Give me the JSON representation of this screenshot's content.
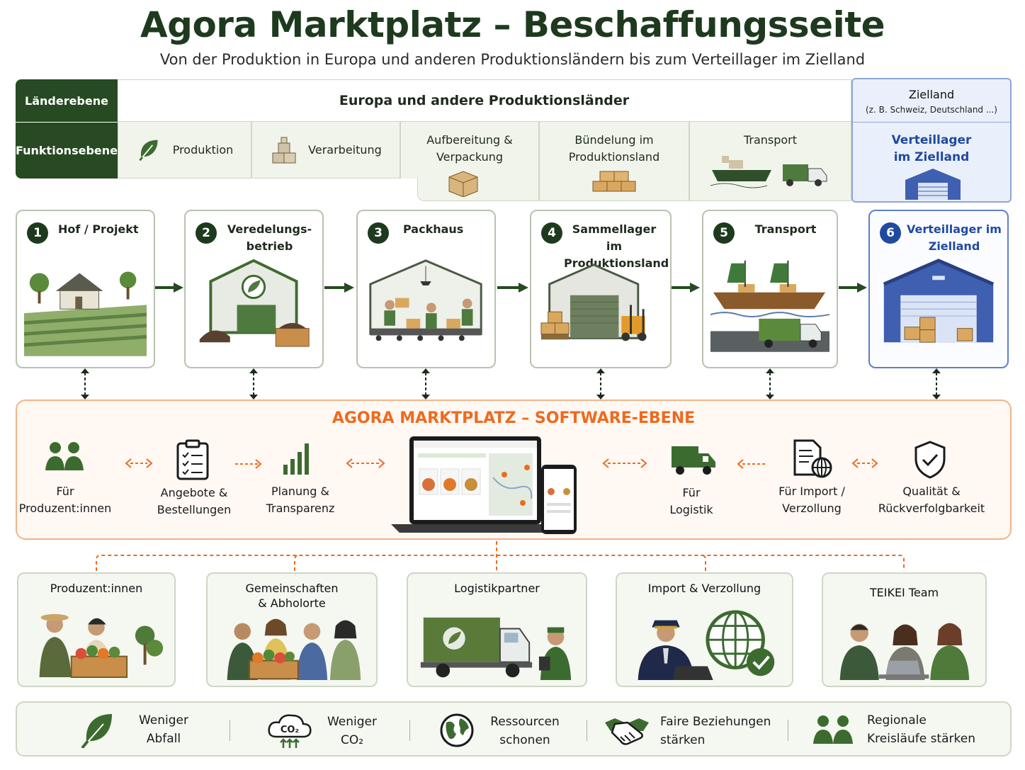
{
  "header": {
    "title": "Agora Marktplatz – Beschaffungsseite",
    "subtitle": "Von der Produktion in Europa und anderen Produktionsländern bis zum Verteillager im Zielland"
  },
  "levels": {
    "country_label": "Länderebene",
    "function_label": "Funktionsebene",
    "region_producing": "Europa und andere Produktionsländer",
    "region_target": "Zielland",
    "region_target_note": "(z. B. Schweiz, Deutschland ...)",
    "functions": [
      "Produktion",
      "Verarbeitung",
      "Aufbereitung & Verpackung",
      "Bündelung im Produktionsland",
      "Transport"
    ],
    "target_function": "Verteillager im Zielland"
  },
  "stages": [
    {
      "num": "1",
      "label": "Hof / Projekt"
    },
    {
      "num": "2",
      "label": "Veredelungs-\nbetrieb"
    },
    {
      "num": "3",
      "label": "Packhaus"
    },
    {
      "num": "4",
      "label": "Sammellager im Produktionsland"
    },
    {
      "num": "5",
      "label": "Transport"
    },
    {
      "num": "6",
      "label": "Verteillager im Zielland"
    }
  ],
  "software": {
    "title": "AGORA MARKTPLATZ – SOFTWARE-EBENE",
    "items": [
      "Für\nProduzent:innen",
      "Angebote &\nBestellungen",
      "Planung &\nTransparenz",
      "Für\nLogistik",
      "Für Import /\nVerzollung",
      "Qualität &\nRückverfolgbarkeit"
    ],
    "icons": [
      "people-icon",
      "clipboard-icon",
      "bar-chart-icon",
      "truck-icon",
      "customs-document-icon",
      "shield-check-icon"
    ]
  },
  "stakeholders": [
    {
      "label": "Produzent:innen"
    },
    {
      "label": "Gemeinschaften\n& Abholorte"
    },
    {
      "label": "Logistikpartner"
    },
    {
      "label": "Import & Verzollung"
    },
    {
      "label": "TEIKEI Team"
    }
  ],
  "benefits": [
    {
      "label": "Weniger\nAbfall",
      "icon": "leaf-icon"
    },
    {
      "label": "Weniger\nCO₂",
      "icon": "co2-cloud-icon"
    },
    {
      "label": "Ressourcen\nschonen",
      "icon": "globe-icon"
    },
    {
      "label": "Faire Beziehungen\nstärken",
      "icon": "handshake-icon"
    },
    {
      "label": "Regionale\nKreisläufe stärken",
      "icon": "community-icon"
    }
  ],
  "colors": {
    "primary_green": "#274a22",
    "dark_green": "#1e3a1e",
    "mid_green": "#4f7a3f",
    "accent_orange": "#ef6a1e",
    "target_blue": "#1f4aa0",
    "panel_bg": "#f1f4ea"
  }
}
